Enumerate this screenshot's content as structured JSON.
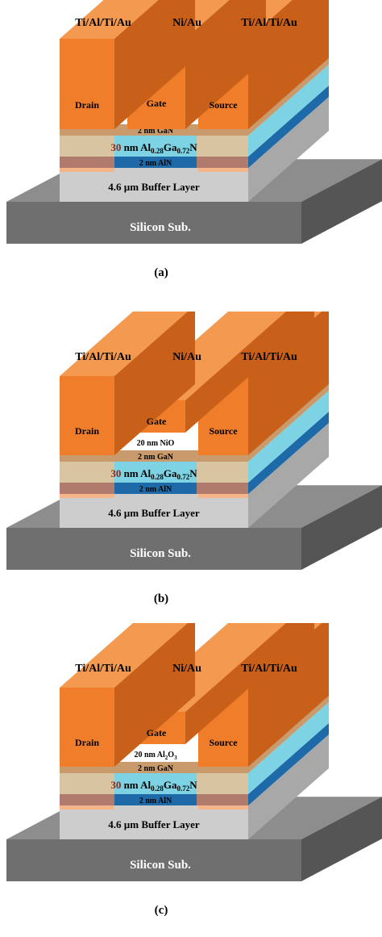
{
  "panels": [
    {
      "caption": "(a)",
      "has_oxide": false,
      "metal_left": "Ti/Al/Ti/Au",
      "metal_gate": "Ni/Au",
      "metal_right": "Ti/Al/Ti/Au",
      "drain": "Drain",
      "gate": "Gate",
      "source": "Source",
      "gan": "2 nm GaN",
      "algan": {
        "thick": "30",
        "unit": " nm Al",
        "sub1": "0.28",
        "ga": "Ga",
        "sub2": "0.72",
        "n": "N"
      },
      "aln": "2 nm AlN",
      "buffer": "4.6 µm Buffer Layer",
      "substrate": "Silicon Sub."
    },
    {
      "caption": "(b)",
      "has_oxide": true,
      "metal_left": "Ti/Al/Ti/Au",
      "metal_gate": "Ni/Au",
      "metal_right": "Ti/Al/Ti/Au",
      "drain": "Drain",
      "gate": "Gate",
      "source": "Source",
      "oxide": {
        "prefix": "20 nm NiO",
        "sub": "",
        "suffix": ""
      },
      "gan": "2 nm GaN",
      "algan": {
        "thick": "30",
        "unit": " nm Al",
        "sub1": "0.28",
        "ga": "Ga",
        "sub2": "0.72",
        "n": "N"
      },
      "aln": "2 nm AlN",
      "buffer": "4.6 µm Buffer Layer",
      "substrate": "Silicon Sub."
    },
    {
      "caption": "(c)",
      "has_oxide": true,
      "metal_left": "Ti/Al/Ti/Au",
      "metal_gate": "Ni/Au",
      "metal_right": "Ti/Al/Ti/Au",
      "drain": "Drain",
      "gate": "Gate",
      "source": "Source",
      "oxide": {
        "prefix": "20 nm Al",
        "sub": "2",
        "suffix": "O",
        "sub2": "3"
      },
      "gan": "2 nm GaN",
      "algan": {
        "thick": "30",
        "unit": " nm Al",
        "sub1": "0.28",
        "ga": "Ga",
        "sub2": "0.72",
        "n": "N"
      },
      "aln": "2 nm AlN",
      "buffer": "4.6 µm Buffer Layer",
      "substrate": "Silicon Sub."
    }
  ],
  "colors": {
    "metal_front": "#f07d2a",
    "metal_top": "#f39a50",
    "metal_side": "#c8601a",
    "gan": "#c89a6c",
    "algan": "#d8c4a0",
    "aln": "#b07a6c",
    "blue_mid": "#7dd3e4",
    "blue_dark": "#1e6aa8",
    "buffer_front": "#cdcdcd",
    "buffer_side": "#a8a8a8",
    "sub_front": "#6f6f6f",
    "sub_top": "#8d8d8d",
    "sub_side": "#555555",
    "contact_strip": "#f6b588",
    "algan_thick_color": "#8b2a1a"
  }
}
